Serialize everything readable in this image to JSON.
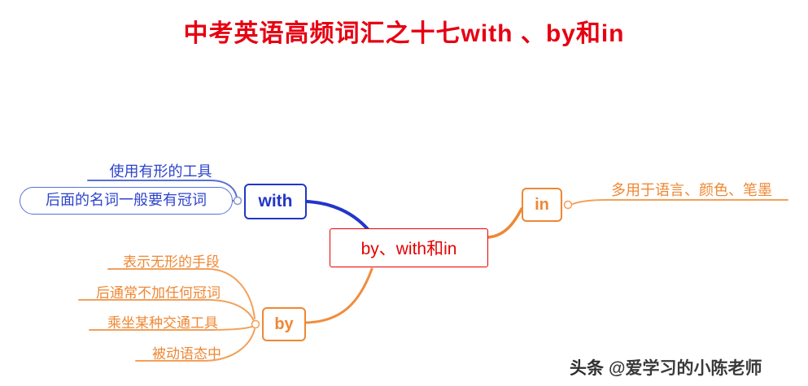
{
  "title": "中考英语高频词汇之十七with 、by和in",
  "center": {
    "label": "by、with和in"
  },
  "branches": {
    "with": {
      "label": "with",
      "children": [
        {
          "label": "使用有形的工具"
        },
        {
          "label": "后面的名词一般要有冠词"
        }
      ]
    },
    "by": {
      "label": "by",
      "children": [
        {
          "label": "表示无形的手段"
        },
        {
          "label": "后通常不加任何冠词"
        },
        {
          "label": "乘坐某种交通工具"
        },
        {
          "label": "被动语态中"
        }
      ]
    },
    "in": {
      "label": "in",
      "children": [
        {
          "label": "多用于语言、颜色、笔墨"
        }
      ]
    }
  },
  "watermark": {
    "brand": "头条",
    "handle": "@爱学习的小陈老师"
  },
  "colors": {
    "title_red": "#e60012",
    "center_red": "#e60000",
    "blue": "#2136c8",
    "blue_light": "#5a6fd6",
    "orange": "#ef8733",
    "orange_light": "#f2a05a"
  }
}
